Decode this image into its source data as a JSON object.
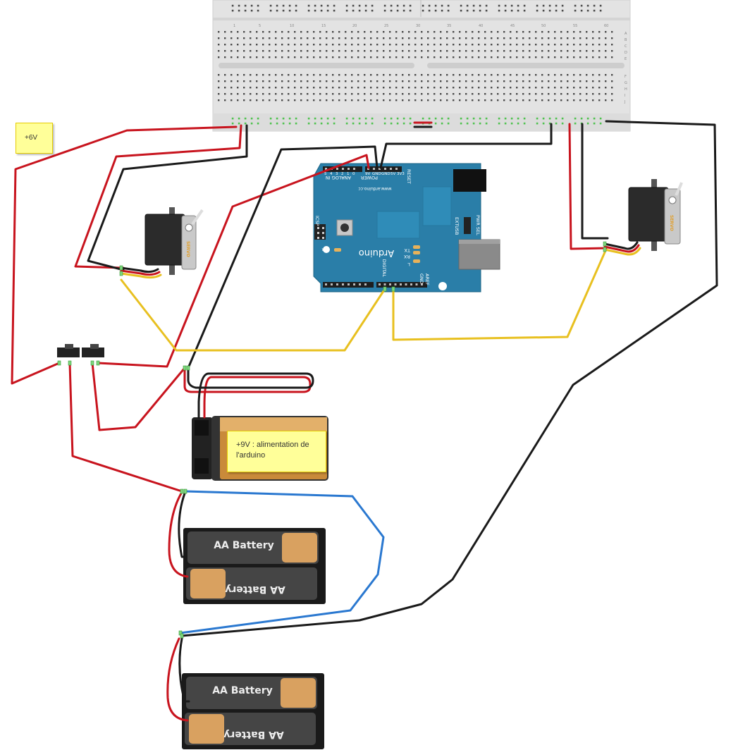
{
  "notes": {
    "supply_6v": "+6V",
    "supply_9v": "+9V : alimentation de l'arduino"
  },
  "arduino": {
    "logo": "Arduino",
    "url": "www.arduino.cc",
    "power_header": "POWER",
    "analog_header": "ANALOG IN",
    "digital_header": "DIGITAL",
    "reset": "RESET",
    "icsp": "ICSP",
    "pwr_sel": "PWR SEL",
    "ext": "EXT",
    "usb": "USB",
    "pwr_led": "PWR",
    "tx": "TX",
    "rx": "RX",
    "l_led": "L",
    "aref": "AREF",
    "gnd": "GND",
    "power_pins": [
      "9V",
      "GND",
      "GND",
      "5V",
      "3V3"
    ],
    "analog_pins": [
      "5",
      "4",
      "3",
      "2",
      "1",
      "0"
    ]
  },
  "servos": {
    "label": "SERVO"
  },
  "batteries": {
    "aa_label": "AA Battery"
  },
  "breadboard": {
    "col_numbers": [
      "1",
      "5",
      "10",
      "15",
      "20",
      "25",
      "30",
      "35",
      "40",
      "45",
      "50",
      "55",
      "60"
    ],
    "row_letters_top": [
      "A",
      "B",
      "C",
      "D",
      "E"
    ],
    "row_letters_bottom": [
      "F",
      "G",
      "H",
      "I",
      "J"
    ]
  },
  "colors": {
    "wire_red": "#c8141e",
    "wire_black": "#1a1a1a",
    "wire_yellow": "#e8c020",
    "wire_blue": "#2a78d0",
    "arduino_board": "#2a7ea8",
    "note_fill": "#ffff99"
  }
}
